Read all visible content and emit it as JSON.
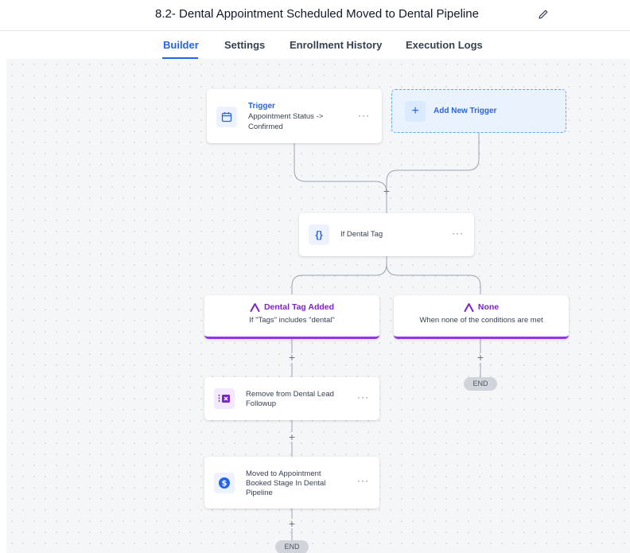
{
  "header": {
    "title": "8.2- Dental Appointment Scheduled Moved to Dental Pipeline"
  },
  "tabs": [
    {
      "label": "Builder"
    },
    {
      "label": "Settings"
    },
    {
      "label": "Enrollment History"
    },
    {
      "label": "Execution Logs"
    }
  ],
  "trigger": {
    "label": "Trigger",
    "line1": "Appointment Status ->",
    "line2": "Confirmed",
    "menu": "···"
  },
  "add_trigger": {
    "label": "Add New Trigger",
    "icon": "+"
  },
  "condition": {
    "label": "If Dental Tag",
    "icon": "{}",
    "menu": "···"
  },
  "branch_a": {
    "title": "Dental Tag Added",
    "subtitle": "If \"Tags\" includes \"dental\""
  },
  "branch_b": {
    "title": "None",
    "subtitle": "When none of the conditions are met"
  },
  "action1": {
    "line1": "Remove from Dental Lead",
    "line2": "Followup",
    "menu": "···"
  },
  "action2": {
    "line1": "Moved to Appointment",
    "line2": "Booked Stage In Dental",
    "line3": "Pipeline",
    "menu": "···"
  },
  "plus_symbol": "+",
  "end_label": "END",
  "colors": {
    "accent": "#2563eb",
    "branch": "#9333ea",
    "icon_purple": "#7e22ce",
    "icon_blue": "#2563eb"
  }
}
